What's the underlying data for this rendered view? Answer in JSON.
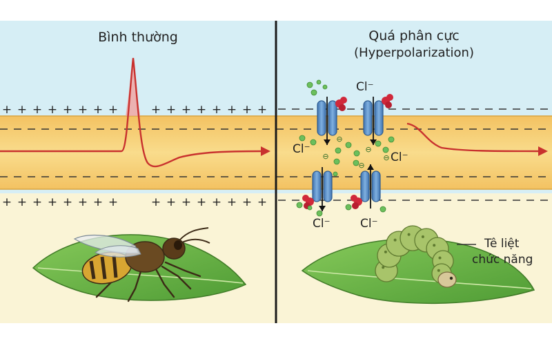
{
  "left_panel": {
    "title": "Bình thường"
  },
  "right_panel": {
    "title_line1": "Quá phân cực",
    "title_line2": "(Hyperpolarization)",
    "ion_label": "Cl⁻",
    "annotation_line1": "Tê liệt",
    "annotation_line2": "chức năng"
  },
  "membrane": {
    "plus_sign": "+",
    "minus_sign": "−",
    "anion_sign": "⊖"
  },
  "colors": {
    "left_bg_top": "#d6eef5",
    "left_bg_bottom": "#faf4d6",
    "membrane_fill": "#f6cf74",
    "action_potential": "#c8312e",
    "channel_blue": "#5a8fc7",
    "receptor_red": "#d0283a",
    "ion_green": "#6cbf5c",
    "leaf_green": "#6fb845"
  }
}
